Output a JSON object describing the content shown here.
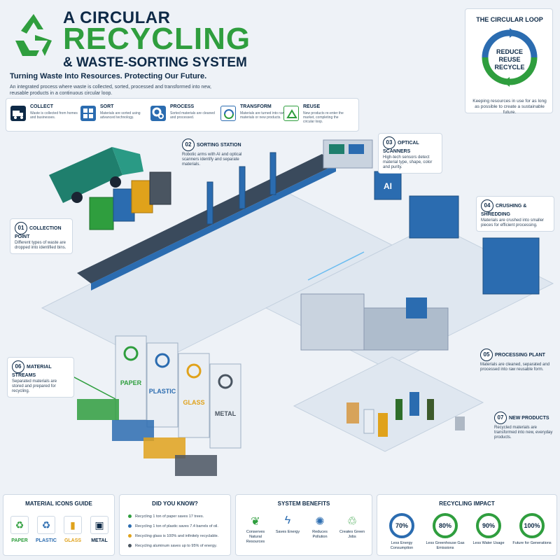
{
  "header": {
    "title_line1": "A CIRCULAR",
    "title_line2": "RECYCLING",
    "title_line3": "& WASTE-SORTING SYSTEM",
    "tagline": "Turning Waste Into Resources. Protecting Our Future.",
    "intro": "An integrated process where waste is collected, sorted, processed and transformed into new, reusable products in a continuous circular loop.",
    "logo_icon": "recycle-icon"
  },
  "loop": {
    "title": "THE CIRCULAR LOOP",
    "words": [
      "REDUCE",
      "REUSE",
      "RECYCLE"
    ],
    "caption": "Keeping resources in use for as long as possible to create a sustainable future."
  },
  "steps": [
    {
      "name": "COLLECT",
      "desc": "Waste is collected from homes and businesses.",
      "icon": "truck-icon"
    },
    {
      "name": "SORT",
      "desc": "Materials are sorted using advanced technology.",
      "icon": "sort-icon"
    },
    {
      "name": "PROCESS",
      "desc": "Sorted materials are cleaned and processed.",
      "icon": "gears-icon"
    },
    {
      "name": "TRANSFORM",
      "desc": "Materials are turned into raw materials or new products.",
      "icon": "cycle-icon"
    },
    {
      "name": "REUSE",
      "desc": "New products re-enter the market, completing the circular loop.",
      "icon": "reuse-icon"
    }
  ],
  "callouts": {
    "c01": {
      "num": "01",
      "title": "COLLECTION POINT",
      "desc": "Different types of waste are dropped into identified bins."
    },
    "c02": {
      "num": "02",
      "title": "SORTING STATION",
      "desc": "Robotic arms with AI and optical scanners identify and separate materials."
    },
    "c03": {
      "num": "03",
      "title": "OPTICAL SCANNERS",
      "desc": "High-tech sensors detect material type, shape, color and purity."
    },
    "c04": {
      "num": "04",
      "title": "CRUSHING & SHREDDING",
      "desc": "Materials are crushed into smaller pieces for efficient processing."
    },
    "c05": {
      "num": "05",
      "title": "PROCESSING PLANT",
      "desc": "Materials are cleaned, separated and processed into raw reusable form."
    },
    "c06": {
      "num": "06",
      "title": "MATERIAL STREAMS",
      "desc": "Separated materials are stored and prepared for recycling."
    },
    "c07": {
      "num": "07",
      "title": "NEW PRODUCTS",
      "desc": "Recycled materials are transformed into new, everyday products."
    }
  },
  "bins": {
    "paper": "PAPER",
    "plastic": "PLASTIC",
    "glass": "GLASS",
    "metal": "METAL",
    "ai_label": "AI"
  },
  "materials_guide": {
    "title": "MATERIAL ICONS GUIDE",
    "items": [
      {
        "label": "PAPER",
        "color": "#2f9e3e",
        "icon": "paper-icon"
      },
      {
        "label": "PLASTIC",
        "color": "#2b6cb0",
        "icon": "plastic-icon"
      },
      {
        "label": "GLASS",
        "color": "#e0a21b",
        "icon": "glass-icon"
      },
      {
        "label": "METAL",
        "color": "#0e2a47",
        "icon": "metal-icon"
      }
    ]
  },
  "did_you_know": {
    "title": "DID YOU KNOW?",
    "facts": [
      "Recycling 1 ton of paper saves 17 trees.",
      "Recycling 1 ton of plastic saves 7.4 barrels of oil.",
      "Recycling glass is 100% and infinitely recyclable.",
      "Recycling aluminum saves up to 95% of energy."
    ]
  },
  "benefits": {
    "title": "SYSTEM BENEFITS",
    "items": [
      {
        "label": "Conserves Natural Resources",
        "icon": "leaf-icon"
      },
      {
        "label": "Saves Energy",
        "icon": "bolt-icon"
      },
      {
        "label": "Reduces Pollution",
        "icon": "factory-icon"
      },
      {
        "label": "Creates Green Jobs",
        "icon": "handshake-icon"
      }
    ]
  },
  "impact": {
    "title": "RECYCLING IMPACT",
    "items": [
      {
        "value": "70%",
        "label": "Less Energy Consumption",
        "color": "#2b6cb0",
        "fraction": 0.7
      },
      {
        "value": "80%",
        "label": "Less Greenhouse Gas Emissions",
        "color": "#2f9e3e",
        "fraction": 0.8
      },
      {
        "value": "90%",
        "label": "Less Water Usage",
        "color": "#2f9e3e",
        "fraction": 0.9
      },
      {
        "value": "100%",
        "label": "Future for Generations",
        "color": "#2f9e3e",
        "fraction": 1.0
      }
    ]
  }
}
